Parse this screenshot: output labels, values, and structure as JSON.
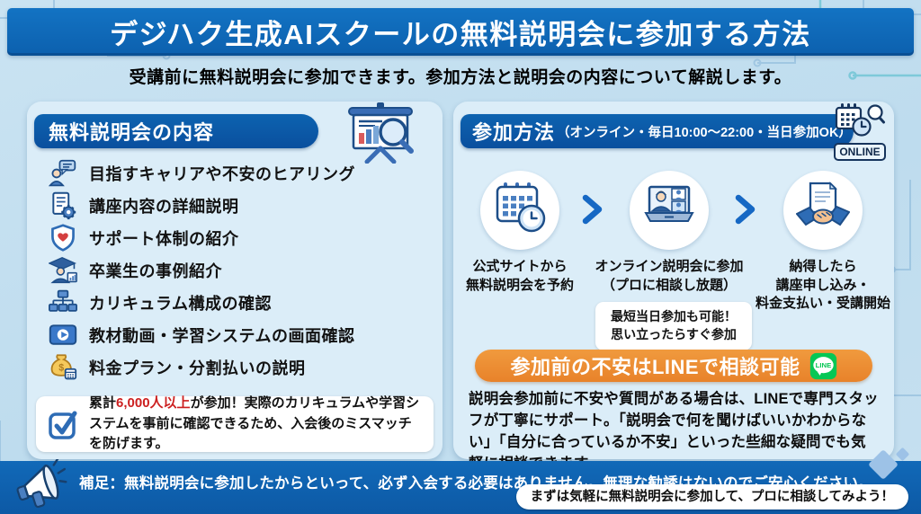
{
  "title": "デジハク生成AIスクールの無料説明会に参加する方法",
  "subtitle": "受講前に無料説明会に参加できます。参加方法と説明会の内容について解説します。",
  "left_panel": {
    "header": "無料説明会の内容",
    "header_icon": "presentation-chart-magnifier-icon",
    "items": [
      {
        "icon": "person-counseling-icon",
        "label": "目指すキャリアや不安のヒアリング"
      },
      {
        "icon": "document-gear-icon",
        "label": "講座内容の詳細説明"
      },
      {
        "icon": "shield-heart-icon",
        "label": "サポート体制の紹介"
      },
      {
        "icon": "graduate-icon",
        "label": "卒業生の事例紹介"
      },
      {
        "icon": "flowchart-icon",
        "label": "カリキュラム構成の確認"
      },
      {
        "icon": "video-player-icon",
        "label": "教材動画・学習システムの画面確認"
      },
      {
        "icon": "money-bag-icon",
        "label": "料金プラン・分割払いの説明"
      }
    ],
    "currency_symbol": "$",
    "note_prefix": "累計",
    "note_highlight": "6,000人以上",
    "note_suffix": "が参加！実際のカリキュラムや学習システムを事前に確認できるため、入会後のミスマッチを防げます。"
  },
  "right_panel": {
    "header": "参加方法",
    "header_sub": "（オンライン・毎日10:00～22:00・当日参加OK）",
    "online_badge": "ONLINE",
    "steps": [
      {
        "icon": "calendar-clock-icon",
        "caption": "公式サイトから\n無料説明会を予約"
      },
      {
        "icon": "online-meeting-icon",
        "caption": "オンライン説明会に参加\n（プロに相談し放題）",
        "bubble": "最短当日参加も可能！\n思い立ったらすぐ参加"
      },
      {
        "icon": "handshake-contract-icon",
        "caption": "納得したら\n講座申し込み・\n料金支払い・受講開始"
      }
    ],
    "line_banner": "参加前の不安はLINEで相談可能",
    "line_label": "LINE",
    "description": "説明会参加前に不安や質問がある場合は、LINEで専門スタッフが丁寧にサポート。「説明会で何を聞けばいいかわからない」「自分に合っているか不安」といった些細な疑問でも気軽に相談できます。"
  },
  "footer": {
    "note": "補足：無料説明会に参加したからといって、必ず入会する必要はありません。無理な勧誘はないのでご安心ください。",
    "cta": "まずは気軽に無料説明会に参加して、プロに相談してみよう！"
  },
  "colors": {
    "header_blue": "#0e69b6",
    "pill_blue": "#0a57a7",
    "panel_bg": "#dbedf8",
    "page_bg": "#c3def0",
    "orange": "#ee8b33",
    "line_green": "#06c755",
    "highlight_red": "#cc1f1f",
    "footer_blue": "#0f64b4",
    "icon_outline": "#1d4e89"
  }
}
